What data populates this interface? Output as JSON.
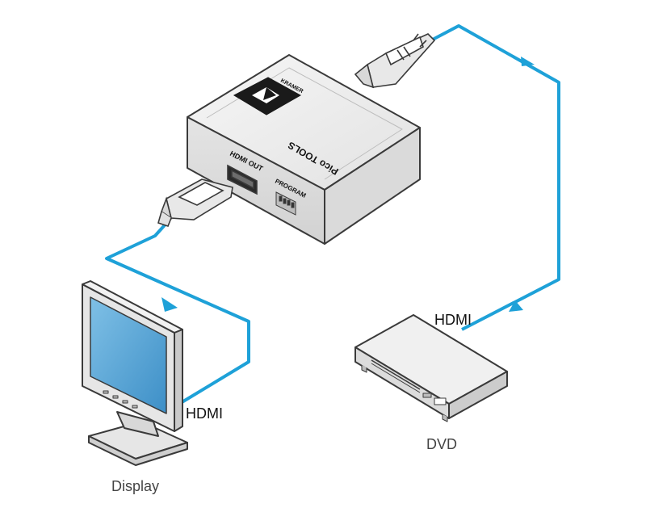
{
  "diagram": {
    "title": "Kramer Pico TOOLS HDMI connection diagram",
    "colors": {
      "cable": "#1ea1d8",
      "outline": "#3a3a3a",
      "device_fill": "#ececec",
      "screen": "#5aa8d8"
    },
    "device": {
      "brand": "KRAMER",
      "series_label": "Pico TOOLS",
      "port_label": "HDMI OUT",
      "switch_label": "PROGRAM"
    },
    "nodes": {
      "display_label": "Display",
      "dvd_label": "DVD"
    },
    "cables": {
      "display_cable_label": "HDMI",
      "dvd_cable_label": "HDMI"
    }
  }
}
